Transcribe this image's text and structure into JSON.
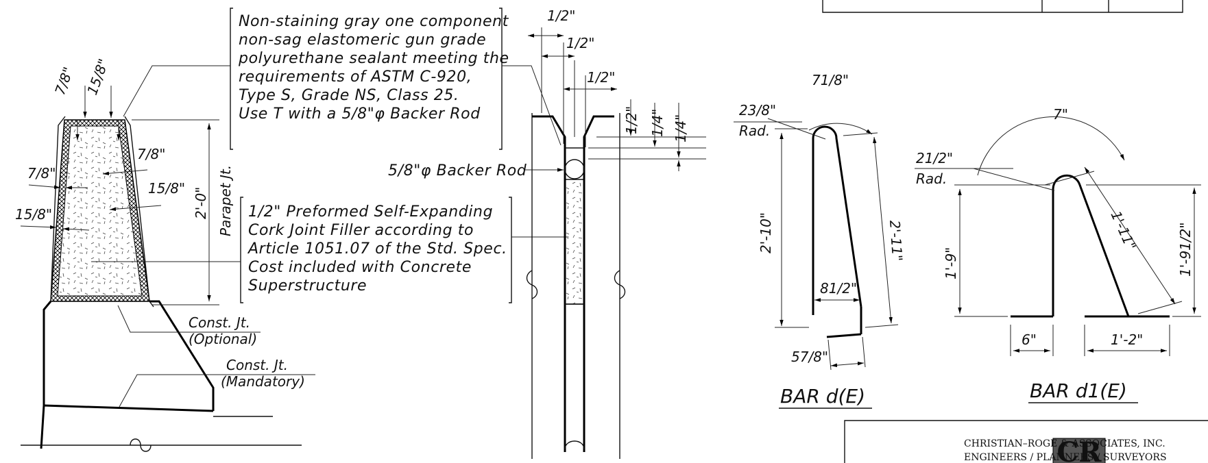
{
  "callouts": {
    "sealant": [
      "Non-staining gray one component",
      "non-sag elastomeric gun grade",
      "polyurethane sealant meeting the",
      "requirements of ASTM C-920,",
      "Type S, Grade NS, Class 25.",
      "Use T with a 5/8\"φ Backer Rod"
    ],
    "cork": [
      "1/2\" Preformed Self-Expanding",
      "Cork Joint Filler according to",
      "Article 1051.07 of the Std. Spec.",
      "Cost included with Concrete",
      "Superstructure"
    ],
    "backer_rod": "5/8\"φ Backer Rod",
    "const_jt_optional": [
      "Const. Jt.",
      "(Optional)"
    ],
    "const_jt_mandatory": [
      "Const. Jt.",
      "(Mandatory)"
    ],
    "parapet_jt": "Parapet Jt."
  },
  "parapet_dims": {
    "d78_top": "7/8\"",
    "d158_top": "15/8\"",
    "d78_right": "7/8\"",
    "d78_left": "7/8\"",
    "d158_right": "15/8\"",
    "d158_left": "15/8\"",
    "height": "2'-0\""
  },
  "joint_dims": {
    "w1": "1/2\"",
    "w2": "1/2\"",
    "w3": "1/2\"",
    "v1": "1/2\"",
    "v2": "1/4\"",
    "v3": "1/4\""
  },
  "bar_d": {
    "title": "BAR d(E)",
    "arc": "71/8\"",
    "radius": "23/8\"",
    "radius_label": "Rad.",
    "left_height": "2'-10\"",
    "right_height": "2'-11\"",
    "width": "81/2\"",
    "bottom": "57/8\""
  },
  "bar_d1": {
    "title": "BAR d1(E)",
    "arc": "7\"",
    "radius": "21/2\"",
    "radius_label": "Rad.",
    "left_height": "1'-9\"",
    "diagonal": "1'-11\"",
    "right_height": "1'-91/2\"",
    "foot_left": "6\"",
    "foot_right": "1'-2\""
  },
  "title_block": {
    "logo": "CR",
    "company": "CHRISTIAN–ROGE & ASSOCIATES, INC.",
    "tagline": "ENGINEERS / PLANNERS / SURVEYORS"
  }
}
